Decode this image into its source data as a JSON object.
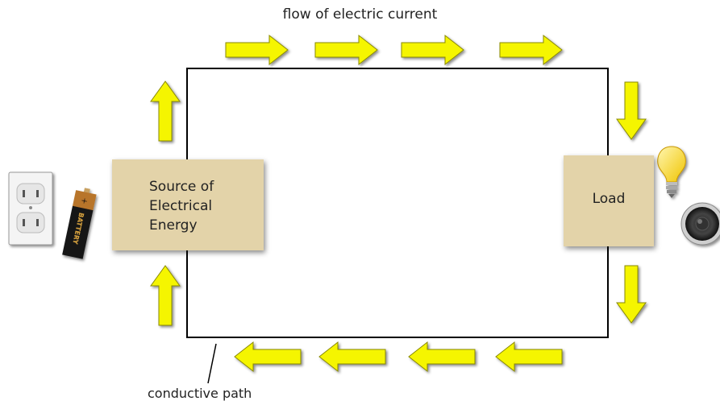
{
  "diagram": {
    "title": "flow of electric current",
    "path_label": "conductive path",
    "source_label": "Source of\nElectrical\nEnergy",
    "load_label": "Load",
    "battery_text": "BATTERY",
    "battery_sign": "+",
    "icons": [
      "wall-outlet-icon",
      "battery-icon",
      "light-bulb-icon",
      "speaker-icon"
    ],
    "colors": {
      "arrow": "#f5f500",
      "box": "#e3d3a9",
      "wire": "#000000"
    }
  }
}
